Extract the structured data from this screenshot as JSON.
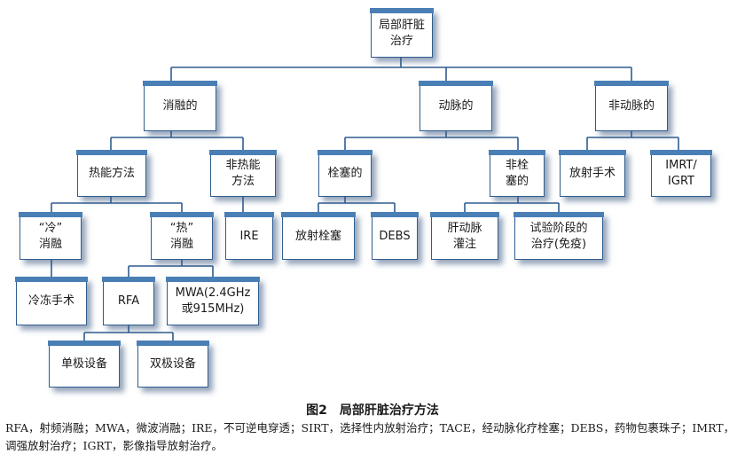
{
  "nodes": {
    "root": "局部肝脏\n治疗",
    "ablation": "消融的",
    "arterial": "动脉的",
    "non_arterial": "非动脉的",
    "thermal": "热能方法",
    "non_thermal": "非热能\n方法",
    "embolic": "栓塞的",
    "non_embolic": "非栓\n塞的",
    "radiosurgery": "放射手术",
    "imrt_igrt": "IMRT/\nIGRT",
    "cold_ablation": "“冷”\n消融",
    "heat_ablation": "“热”\n消融",
    "ire": "IRE",
    "radioembolization": "放射栓塞",
    "debs": "DEBS",
    "hepatic_infusion": "肝动脉\n灌注",
    "experimental": "试验阶段的\n治疗(免疫)",
    "cryosurgery": "冷冻手术",
    "rfa": "RFA",
    "mwa": "MWA(2.4GHz\n或915MHz)",
    "monopolar": "单极设备",
    "bipolar": "双极设备"
  },
  "caption": "图2　局部肝脏治疗方法",
  "footnote": "RFA，射频消融；MWA，微波消融；IRE，不可逆电穿透；SIRT，选择性内放射治疗；TACE，经动脉化疗栓塞；DEBS，药物包裹珠子；IMRT，调强放射治疗；IGRT，影像指导放射治疗。",
  "colors": {
    "border": "#2f5d8f",
    "line": "#2f5d8f",
    "top_band": "#4a7fb5"
  }
}
